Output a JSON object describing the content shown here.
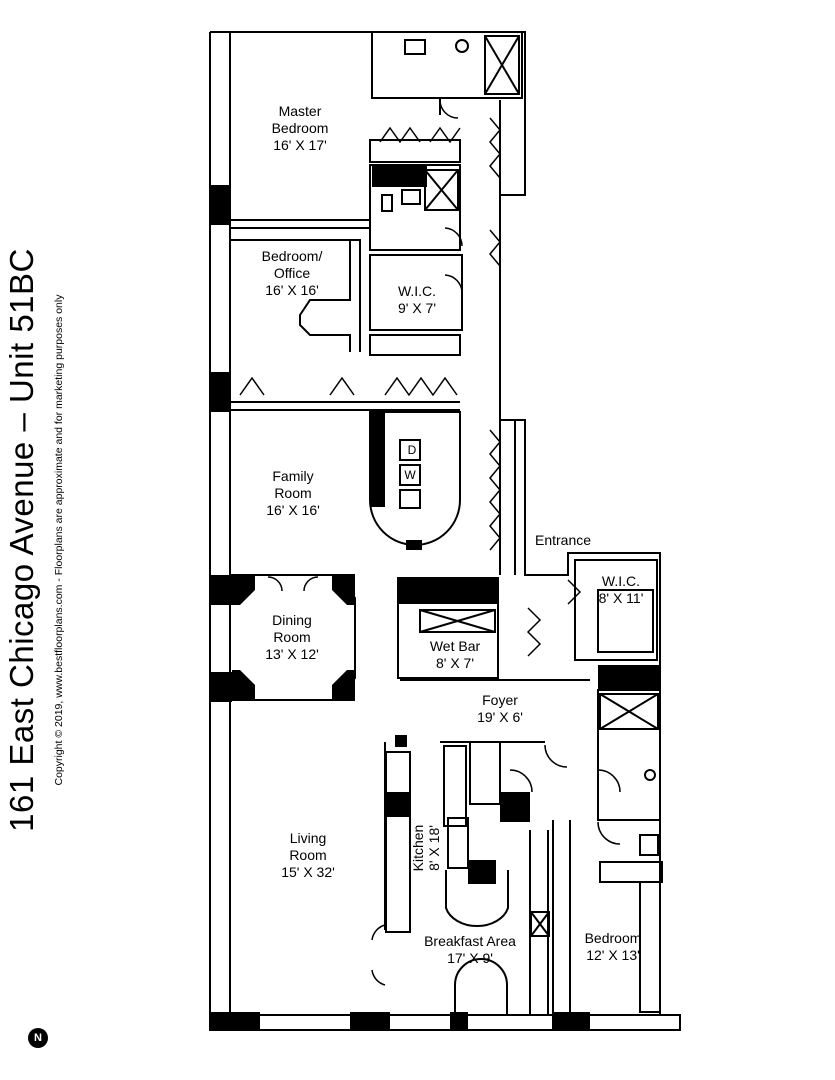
{
  "title": "161 East Chicago Avenue – Unit 51BC",
  "copyright": "Copyright © 2019, www.bestfloorplans.com - Floorplans are approximate and for marketing purposes only",
  "north_marker": "N",
  "entrance_label": "Entrance",
  "rooms": {
    "master_bedroom": {
      "name1": "Master",
      "name2": "Bedroom",
      "size": "16' X 17'"
    },
    "bedroom_office": {
      "name1": "Bedroom/",
      "name2": "Office",
      "size": "16' X 16'"
    },
    "wic_upper": {
      "name": "W.I.C.",
      "size": "9' X 7'"
    },
    "family_room": {
      "name1": "Family",
      "name2": "Room",
      "size": "16' X 16'"
    },
    "dining_room": {
      "name1": "Dining",
      "name2": "Room",
      "size": "13' X 12'"
    },
    "wet_bar": {
      "name": "Wet Bar",
      "size": "8' X 7'"
    },
    "wic_lower": {
      "name": "W.I.C.",
      "size": "8' X 11'"
    },
    "foyer": {
      "name": "Foyer",
      "size": "19' X 6'"
    },
    "living_room": {
      "name1": "Living",
      "name2": "Room",
      "size": "15' X 32'"
    },
    "kitchen": {
      "name": "Kitchen",
      "size": "8' X 18'"
    },
    "breakfast_area": {
      "name": "Breakfast Area",
      "size": "17' X 9'"
    },
    "bedroom": {
      "name": "Bedroom",
      "size": "12' X 13'"
    }
  },
  "laundry": {
    "dryer": "D",
    "washer": "W"
  }
}
